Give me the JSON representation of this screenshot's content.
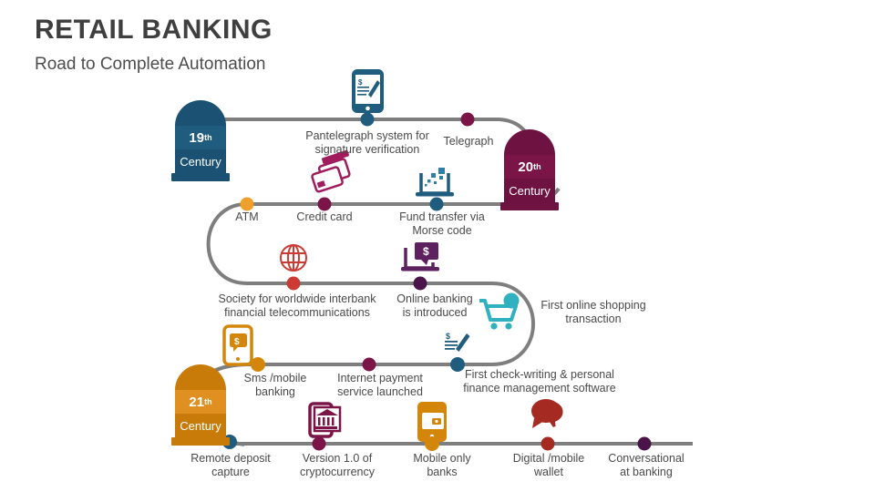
{
  "header": {
    "title": "RETAIL BANKING",
    "subtitle": "Road to Complete Automation"
  },
  "colors": {
    "teal_dark": "#1F5C7E",
    "maroon": "#7B1548",
    "orange": "#D4860B",
    "red": "#CC3B33",
    "purple": "#4B1449",
    "cyan": "#2FB1BF",
    "brick": "#A52A22",
    "amber_dot": "#F0A02A",
    "line": "#7E7E7E",
    "text": "#4a4a4a"
  },
  "markers": [
    {
      "id": "marker-19th",
      "ordinal": "19",
      "suffix": "th",
      "century": "Century",
      "color": "#1F5C7E",
      "top_color": "#1B5273",
      "base_color": "#1B5273"
    },
    {
      "id": "marker-20th",
      "ordinal": "20",
      "suffix": "th",
      "century": "Century",
      "color": "#7B1548",
      "top_color": "#6E1241",
      "base_color": "#6E1241"
    },
    {
      "id": "marker-21th",
      "ordinal": "21",
      "suffix": "th",
      "century": "Century",
      "color": "#D4860B",
      "top_color": "#C87B08",
      "base_color": "#C87B08"
    }
  ],
  "timeline": {
    "row1": [
      {
        "label": "Pantelegraph system for\nsignature verification",
        "dot_color": "#1F5C7E",
        "icon": "phone-signature-icon",
        "icon_color": "#1F5C7E"
      },
      {
        "label": "Telegraph",
        "dot_color": "#7B1548",
        "icon": "none",
        "icon_color": "#7B1548"
      }
    ],
    "row2": [
      {
        "label": "ATM",
        "dot_color": "#F0A02A",
        "icon": "none",
        "icon_color": "#F0A02A"
      },
      {
        "label": "Credit card",
        "dot_color": "#7B1548",
        "icon": "credit-card-icon",
        "icon_color": "#A01C5C"
      },
      {
        "label": "Fund transfer via\nMorse code",
        "dot_color": "#1F5C7E",
        "icon": "laptop-data-icon",
        "icon_color": "#1F5C7E"
      }
    ],
    "row3": [
      {
        "label": "Society for worldwide interbank\nfinancial telecommunications",
        "dot_color": "#CC3B33",
        "icon": "globe-icon",
        "icon_color": "#CC3B33"
      },
      {
        "label": "Online banking\nis introduced",
        "dot_color": "#4B1449",
        "icon": "online-banking-icon",
        "icon_color": "#5E2160"
      },
      {
        "label": "First online shopping\ntransaction",
        "dot_color": "#2FB1BF",
        "icon": "shopping-cart-icon",
        "icon_color": "#2FB1BF"
      }
    ],
    "row4": [
      {
        "label": "Sms /mobile\nbanking",
        "dot_color": "#D4860B",
        "icon": "sms-phone-icon",
        "icon_color": "#D4860B"
      },
      {
        "label": "Internet payment\nservice launched",
        "dot_color": "#7B1548",
        "icon": "none",
        "icon_color": "#7B1548"
      },
      {
        "label": "First check-writing & personal\nfinance management software",
        "dot_color": "#1F5C7E",
        "icon": "check-pen-icon",
        "icon_color": "#1F5C7E"
      }
    ],
    "row5": [
      {
        "label": "Remote deposit\ncapture",
        "dot_color": "#1F5C7E",
        "icon": "none",
        "icon_color": "#1F5C7E"
      },
      {
        "label": "Version 1.0 of\ncryptocurrency",
        "dot_color": "#7B1548",
        "icon": "bank-phone-icon",
        "icon_color": "#7B1548"
      },
      {
        "label": "Mobile only\nbanks",
        "dot_color": "#D4860B",
        "icon": "wallet-phone-icon",
        "icon_color": "#D4860B"
      },
      {
        "label": "Digital /mobile\nwallet",
        "dot_color": "#A52A22",
        "icon": "chat-bubbles-icon",
        "icon_color": "#A52A22"
      },
      {
        "label": "Conversational\nat banking",
        "dot_color": "#4B1449",
        "icon": "none",
        "icon_color": "#4B1449"
      }
    ]
  }
}
